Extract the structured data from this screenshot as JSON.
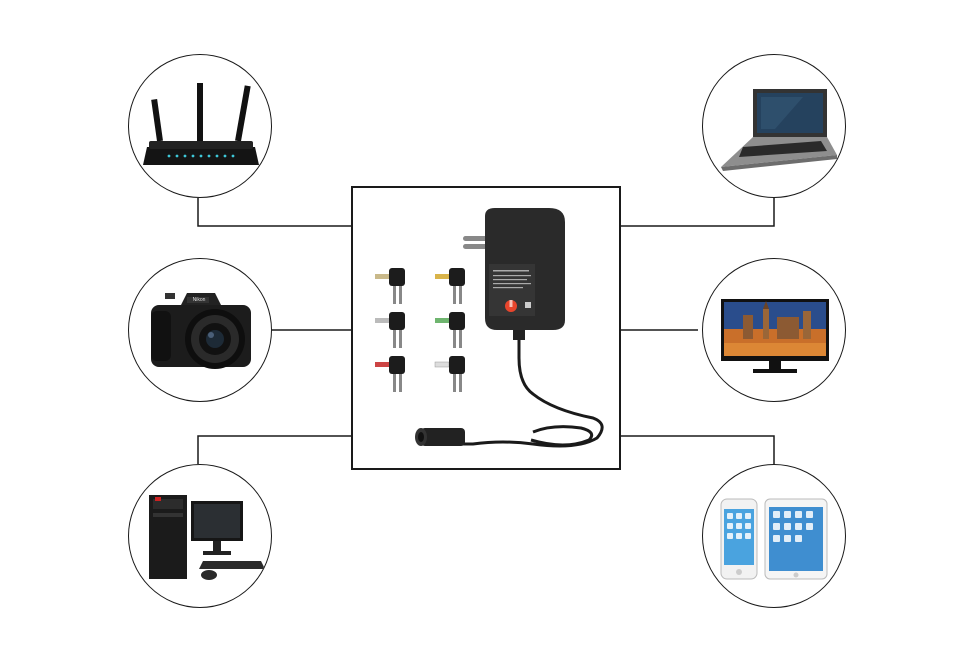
{
  "devices": {
    "left": [
      {
        "name": "router",
        "icon": "router-icon"
      },
      {
        "name": "camera",
        "icon": "camera-icon",
        "brand_text": "Nikon"
      },
      {
        "name": "desktop",
        "icon": "desktop-computer-icon"
      }
    ],
    "right": [
      {
        "name": "laptop",
        "icon": "laptop-icon"
      },
      {
        "name": "monitor",
        "icon": "tv-monitor-icon"
      },
      {
        "name": "phone-tablet",
        "icon": "phone-tablet-icon"
      }
    ]
  },
  "adapter": {
    "icon": "power-adapter-icon",
    "tips_icon": "dc-connector-tips-icon",
    "cable_icon": "dc-cable-icon"
  },
  "colors": {
    "line": "#1a1a1a",
    "adapter_body": "#2a2a2a",
    "selector_dial": "#e8452c"
  }
}
